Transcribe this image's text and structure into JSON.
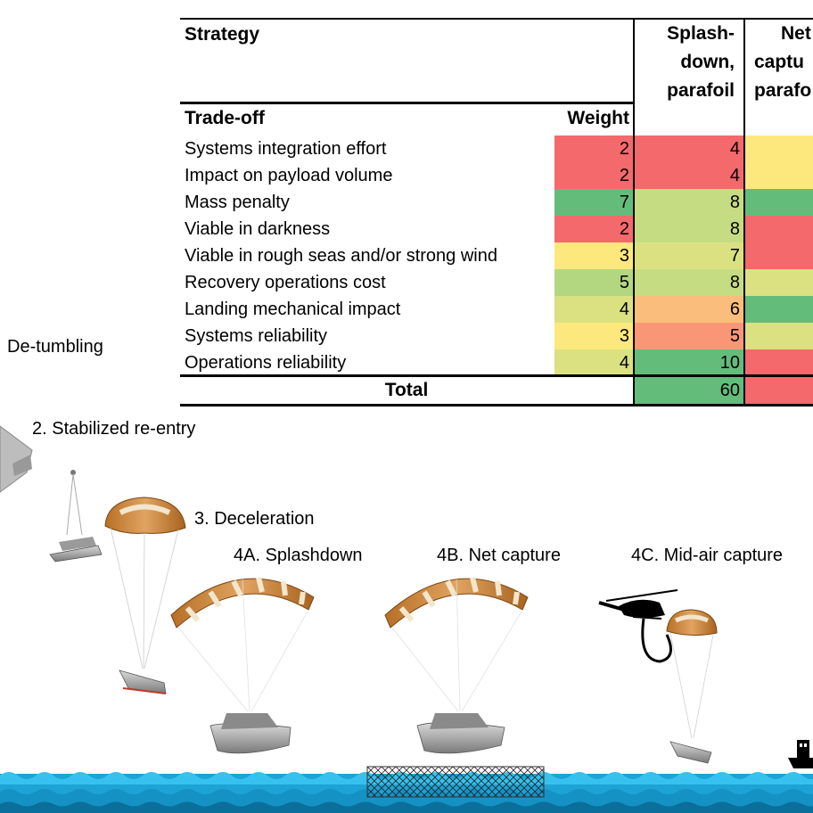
{
  "table": {
    "strategy_label": "Strategy",
    "tradeoff_label": "Trade-off",
    "weight_label": "Weight",
    "total_label": "Total",
    "strategies": [
      {
        "label_lines": [
          "Splash-",
          "down,",
          "parafoil"
        ]
      },
      {
        "label_lines": [
          "Net",
          "captu",
          "parafo"
        ]
      }
    ],
    "rows": [
      {
        "tradeoff": "Systems integration effort",
        "weight": "2",
        "weight_color": "#f4696b",
        "score1": "4",
        "score1_color": "#f4696b",
        "score2_color": "#fde87d"
      },
      {
        "tradeoff": "Impact on payload volume",
        "weight": "2",
        "weight_color": "#f4696b",
        "score1": "4",
        "score1_color": "#f4696b",
        "score2_color": "#fde87d"
      },
      {
        "tradeoff": "Mass penalty",
        "weight": "7",
        "weight_color": "#64bc7b",
        "score1": "8",
        "score1_color": "#c5dc82",
        "score2_color": "#64bc7b"
      },
      {
        "tradeoff": "Viable in darkness",
        "weight": "2",
        "weight_color": "#f4696b",
        "score1": "8",
        "score1_color": "#c5dc82",
        "score2_color": "#f4696b"
      },
      {
        "tradeoff": "Viable in rough seas and/or strong wind",
        "weight": "3",
        "weight_color": "#fde87d",
        "score1": "7",
        "score1_color": "#dbe181",
        "score2_color": "#f4696b"
      },
      {
        "tradeoff": "Recovery operations cost",
        "weight": "5",
        "weight_color": "#b3d780",
        "score1": "8",
        "score1_color": "#c5dc82",
        "score2_color": "#dbe181"
      },
      {
        "tradeoff": "Landing mechanical impact",
        "weight": "4",
        "weight_color": "#dbe181",
        "score1": "6",
        "score1_color": "#fbbd7b",
        "score2_color": "#64bc7b"
      },
      {
        "tradeoff": "Systems reliability",
        "weight": "3",
        "weight_color": "#fde87d",
        "score1": "5",
        "score1_color": "#f99676",
        "score2_color": "#dbe181"
      },
      {
        "tradeoff": "Operations reliability",
        "weight": "4",
        "weight_color": "#dbe181",
        "score1": "10",
        "score1_color": "#64bc7b",
        "score2_color": "#f4696b"
      }
    ],
    "total1": "60",
    "total1_color": "#64bc7b",
    "total2_color": "#f4696b"
  },
  "phases": {
    "detumbling": "De-tumbling",
    "reentry": "2. Stabilized re-entry",
    "deceleration": "3. Deceleration",
    "splashdown": "4A. Splashdown",
    "net_capture": "4B. Net capture",
    "midair": "4C. Mid-air capture"
  },
  "colors": {
    "sea_dark": "#0a6f9a",
    "sea_mid": "#1da3d6",
    "sea_light": "#36c1ee",
    "parachute_orange": "#c47a2c",
    "parachute_light": "#efe3c8"
  }
}
